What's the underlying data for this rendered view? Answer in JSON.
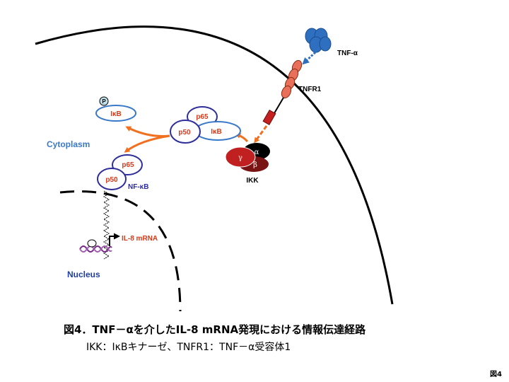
{
  "labels": {
    "tnf_alpha": "TNF-α",
    "tnfr1": "TNFR1",
    "ikk": "IKK",
    "ikk_alpha": "α",
    "ikk_beta": "β",
    "ikk_gamma": "γ",
    "p": "P",
    "ikb_free": "IκB",
    "p65_top": "p65",
    "p50_top": "p50",
    "ikb_bound": "IκB",
    "cytoplasm": "Cytoplasm",
    "p65_low": "p65",
    "p50_low": "p50",
    "nfkb": "NF-κB",
    "il8_mrna": "IL-8 mRNA",
    "nucleus": "Nucleus"
  },
  "caption": {
    "main": "図4．TNF－αを介したIL-8 mRNA発現における情報伝達経路",
    "sub": "IKK：IκBキナーゼ、TNFR1：TNF－α受容体1"
  },
  "figure_id": "図4",
  "colors": {
    "tnf": "#2f6fc0",
    "receptor": "#e8705a",
    "arrow": "#f07020",
    "protein_outline": "#2e2e9a",
    "protein_text": "#d83a1a",
    "ikb_outline": "#3a78c8",
    "cytoplasm_text": "#3a78c8",
    "nucleus_text": "#1f3f9a",
    "ikk_gamma": "#c02020",
    "ikk_beta": "#7a1414"
  }
}
